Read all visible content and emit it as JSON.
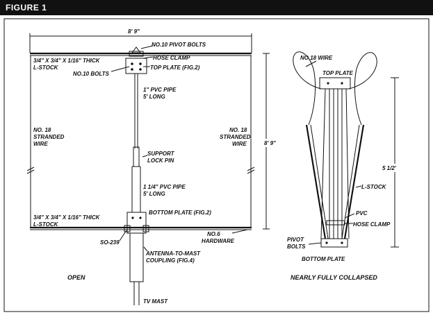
{
  "figure_title": "FIGURE 1",
  "open": {
    "caption": "OPEN",
    "labels": {
      "width_dim": "8' 9\"",
      "height_dim": "8' 9\"",
      "pivot_bolts": "NO.10 PIVOT BOLTS",
      "hose_clamp": "HOSE CLAMP",
      "top_plate": "TOP PLATE (FIG.2)",
      "bolts": "NO.10 BOLTS",
      "lstock_top_1": "3/4\" X 3/4\" X 1/16\" THICK",
      "lstock_top_2": "L-STOCK",
      "pvc_1in_1": "1\" PVC PIPE",
      "pvc_1in_2": "5' LONG",
      "wire_left_1": "NO. 18",
      "wire_left_2": "STRANDED",
      "wire_left_3": "WIRE",
      "wire_right_1": "NO. 18",
      "wire_right_2": "STRANDED",
      "wire_right_3": "WIRE",
      "support_1": "SUPPORT",
      "support_2": "LOCK PIN",
      "pvc_114_1": "1 1/4\" PVC PIPE",
      "pvc_114_2": "5' LONG",
      "bottom_plate": "BOTTOM PLATE (FIG.2)",
      "lstock_bot_1": "3/4\" X 3/4\" X 1/16\" THICK",
      "lstock_bot_2": "L-STOCK",
      "hardware_1": "NO.6",
      "hardware_2": "HARDWARE",
      "so239": "SO-239",
      "coupling_1": "ANTENNA-TO-MAST",
      "coupling_2": "COUPLING (FIG.4)",
      "tv_mast": "TV MAST"
    }
  },
  "collapsed": {
    "caption": "NEARLY FULLY COLLAPSED",
    "labels": {
      "wire": "NO.18 WIRE",
      "top_plate": "TOP PLATE",
      "height_dim": "5 1/2'",
      "lstock": "L-STOCK",
      "pvc": "PVC",
      "hose_clamp": "HOSE CLAMP",
      "pivot_1": "PIVOT",
      "pivot_2": "BOLTS",
      "bottom_plate": "BOTTOM PLATE"
    }
  }
}
